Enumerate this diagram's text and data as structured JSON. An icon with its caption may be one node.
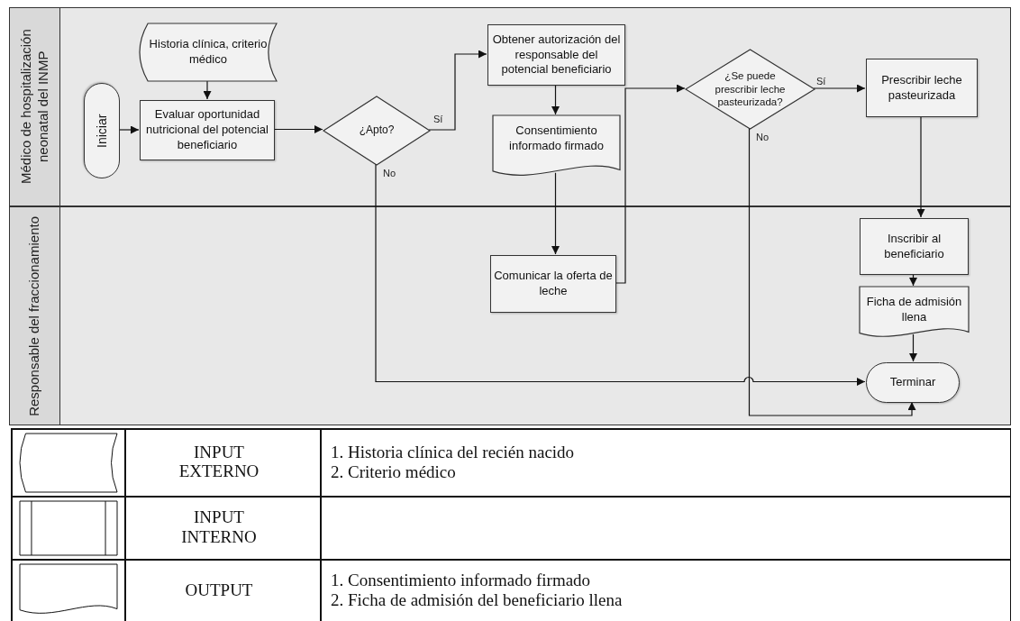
{
  "diagram": {
    "nodes": [
      {
        "text": [
          "Médico de hospitalización neonatal del INMP"
        ]
      },
      {
        "text": [
          "Responsable del fraccionamiento"
        ]
      },
      {
        "text": [
          "Historia clínica, criterio médico"
        ],
        "in": 0
      },
      {
        "text": [
          "Iniciar"
        ],
        "in": 0
      },
      {
        "text": [
          "Evaluar oportunidad nutricional del potencial beneficiario"
        ],
        "in": 0
      },
      {
        "text": [
          "¿Apto?"
        ],
        "in": 0
      },
      {
        "text": [
          "Obtener autorización del responsable del potencial beneficiario"
        ],
        "in": 0
      },
      {
        "text": [
          "Consentimiento informado firmado"
        ],
        "in": 0
      },
      {
        "text": [
          "¿Se puede prescribir leche pasteurizada?"
        ],
        "in": 0
      },
      {
        "text": [
          "Prescribir leche pasteurizada"
        ],
        "in": 0
      },
      {
        "text": [
          "Comunicar la oferta de leche"
        ],
        "in": 1
      },
      {
        "text": [
          "Inscribir al beneficiario"
        ],
        "in": 1
      },
      {
        "text": [
          "Ficha de admisión llena"
        ],
        "in": 1
      },
      {
        "text": [
          "Terminar"
        ],
        "in": 1
      }
    ],
    "edges": [
      {
        "from": 2,
        "to": 4,
        "arrow": "to"
      },
      {
        "from": 3,
        "to": 4,
        "arrow": "to"
      },
      {
        "from": 4,
        "to": 5,
        "arrow": "to"
      },
      {
        "from": 5,
        "to": 6,
        "label": "Sí",
        "arrow": "to"
      },
      {
        "from": 6,
        "to": 7,
        "arrow": "to"
      },
      {
        "from": 7,
        "to": 10,
        "arrow": "to"
      },
      {
        "from": 10,
        "to": 8,
        "arrow": "to"
      },
      {
        "from": 8,
        "to": 9,
        "label": "Sí",
        "arrow": "to"
      },
      {
        "from": 9,
        "to": 11,
        "arrow": "to"
      },
      {
        "from": 11,
        "to": 12,
        "arrow": "to"
      },
      {
        "from": 12,
        "to": 13,
        "arrow": "to"
      },
      {
        "from": 5,
        "to": 13,
        "label": "No",
        "arrow": "to"
      },
      {
        "from": 8,
        "to": 13,
        "label": "No",
        "arrow": "to"
      }
    ],
    "labels": [
      "INPUT EXTERNO",
      "1. Historia clínica del recién nacido",
      "2. Criterio médico",
      "INPUT INTERNO",
      "OUTPUT",
      "1. Consentimiento informado firmado",
      "2. Ficha de admisión del beneficiario llena"
    ]
  }
}
